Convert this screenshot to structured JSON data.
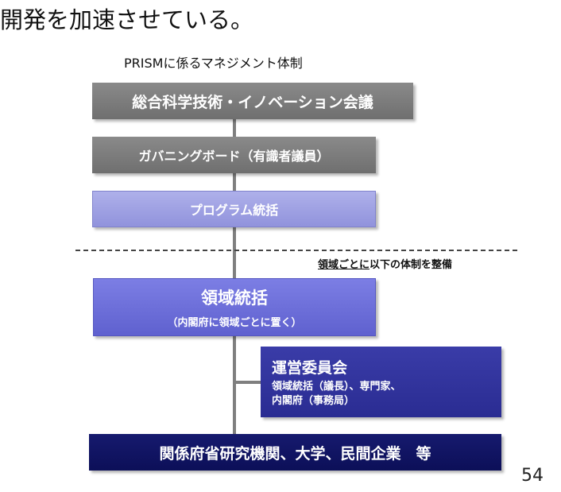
{
  "header": {
    "text": "開発を加速させている。"
  },
  "diagram": {
    "title": "PRISMに係るマネジメント体制",
    "boxes": {
      "council": "総合科学技術・イノベーション会議",
      "governing_board": "ガバニングボード（有識者議員）",
      "program_director": "プログラム統括",
      "domain_director": {
        "main": "領域統括",
        "sub": "（内閣府に領域ごとに置く）"
      },
      "steering_committee": {
        "main": "運営委員会",
        "line1": "領域統括（議長）、専門家、",
        "line2": "内閣府（事務局）"
      },
      "institutions": "関係府省研究機関、大学、民間企業　等"
    },
    "divider_caption": {
      "underlined": "領域ごとに",
      "rest": "以下の体制を整備"
    }
  },
  "page_number": "54",
  "colors": {
    "gray_box": "#7d7d7d",
    "light_purple_box": "#9fa1e3",
    "medium_purple_box": "#6e70da",
    "dark_blue_box": "#32349d",
    "navy_box": "#10135f",
    "connector": "#7f7f7f"
  }
}
